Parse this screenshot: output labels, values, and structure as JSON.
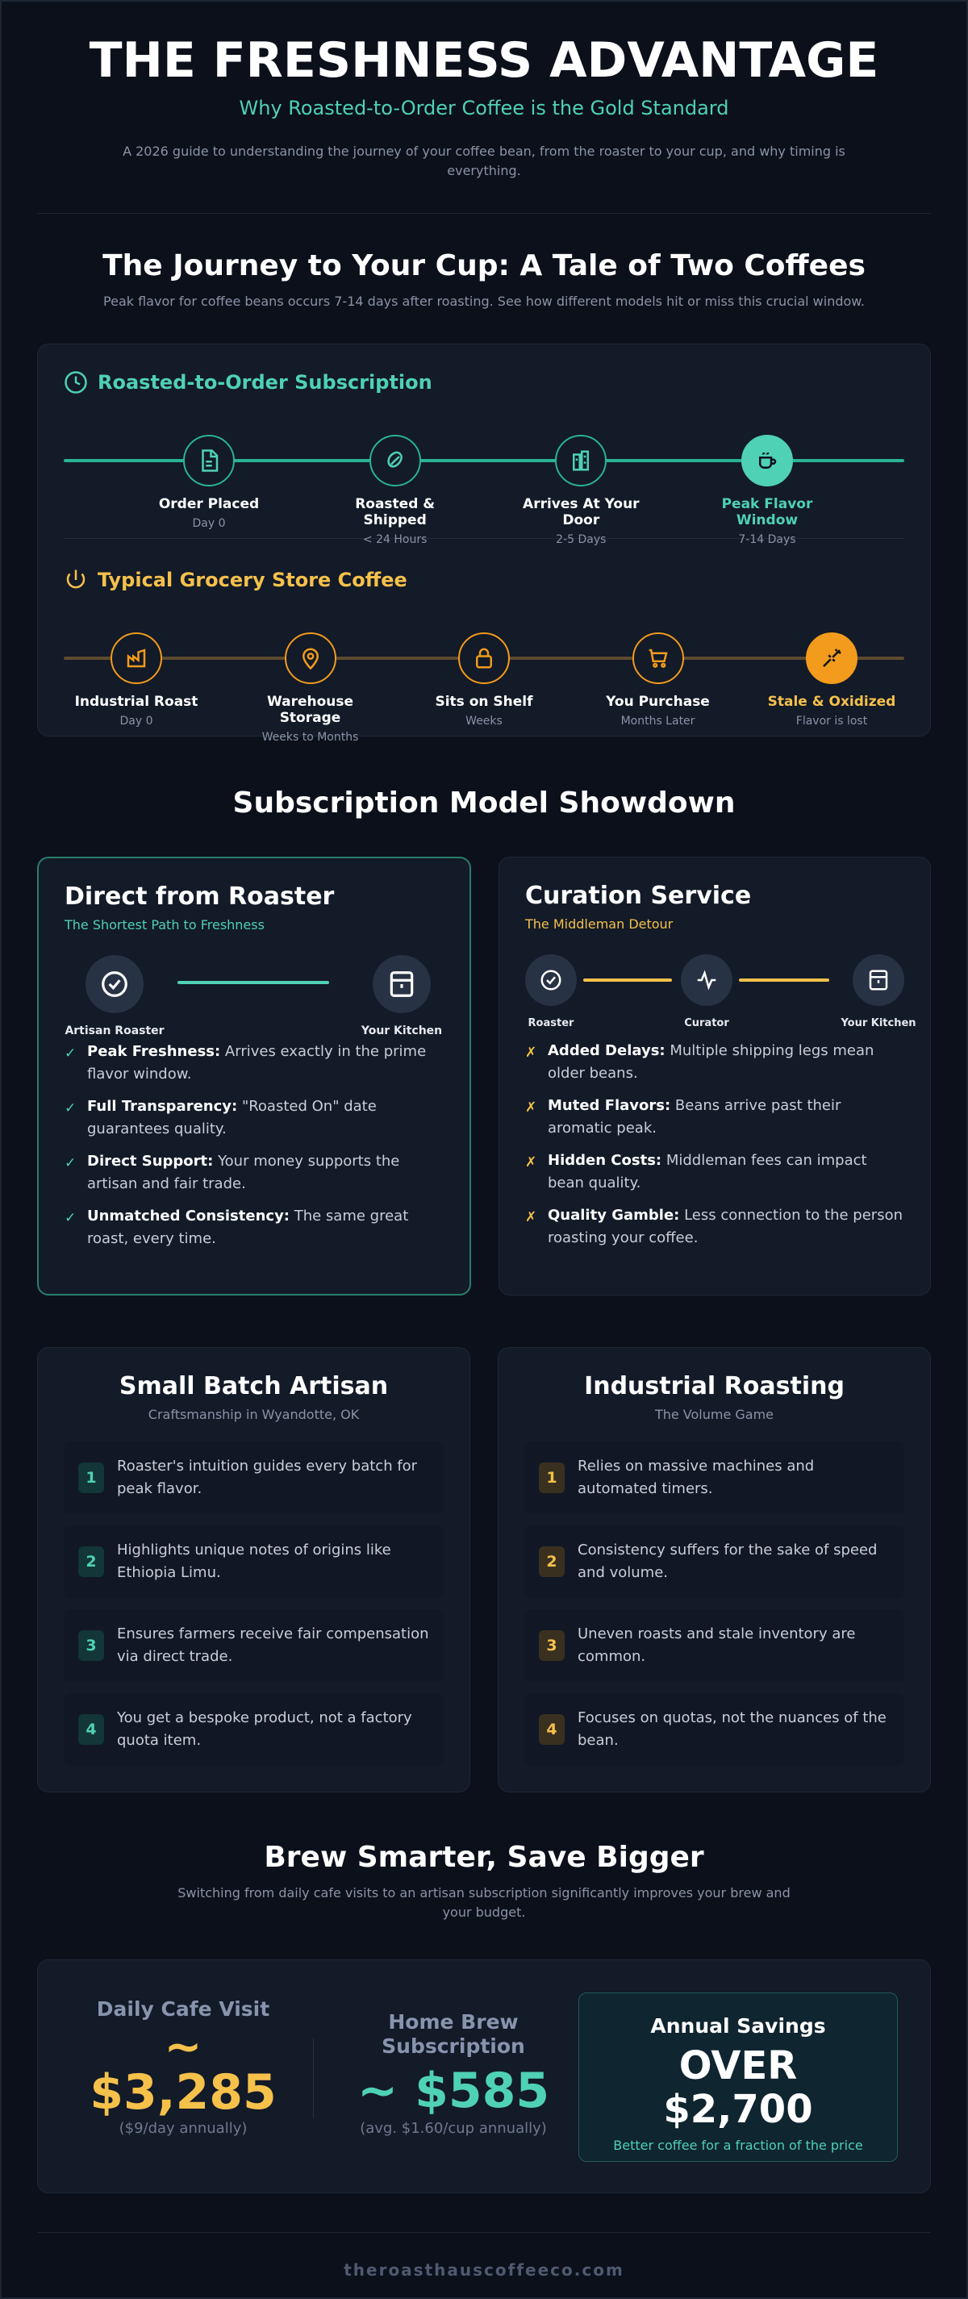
{
  "header": {
    "title": "THE FRESHNESS ADVANTAGE",
    "subtitle": "Why Roasted-to-Order Coffee is the Gold Standard",
    "description": "A 2026 guide to understanding the journey of your coffee bean, from the roaster to your cup, and why timing is everything."
  },
  "journey": {
    "title": "The Journey to Your Cup: A Tale of Two Coffees",
    "subtitle": "Peak flavor for coffee beans occurs 7-14 days after roasting. See how different models hit or miss this crucial window.",
    "roasted": {
      "heading": "Roasted-to-Order Subscription",
      "steps": [
        {
          "label": "Order Placed",
          "time": "Day 0"
        },
        {
          "label": "Roasted & Shipped",
          "time": "< 24 Hours"
        },
        {
          "label": "Arrives At Your Door",
          "time": "2-5 Days"
        },
        {
          "label": "Peak Flavor Window",
          "time": "7-14 Days"
        }
      ]
    },
    "grocery": {
      "heading": "Typical Grocery Store Coffee",
      "steps": [
        {
          "label": "Industrial Roast",
          "time": "Day 0"
        },
        {
          "label": "Warehouse Storage",
          "time": "Weeks to Months"
        },
        {
          "label": "Sits on Shelf",
          "time": "Weeks"
        },
        {
          "label": "You Purchase",
          "time": "Months Later"
        },
        {
          "label": "Stale & Oxidized",
          "time": "Flavor is lost"
        }
      ]
    }
  },
  "showdown": {
    "title": "Subscription Model Showdown",
    "direct": {
      "title": "Direct from Roaster",
      "tagline": "The Shortest Path to Freshness",
      "nodes": [
        "Artisan Roaster",
        "Your Kitchen"
      ],
      "points": [
        {
          "bold": "Peak Freshness:",
          "text": " Arrives exactly in the prime flavor window."
        },
        {
          "bold": "Full Transparency:",
          "text": " \"Roasted On\" date guarantees quality."
        },
        {
          "bold": "Direct Support:",
          "text": " Your money supports the artisan and fair trade."
        },
        {
          "bold": "Unmatched Consistency:",
          "text": " The same great roast, every time."
        }
      ]
    },
    "curation": {
      "title": "Curation Service",
      "tagline": "The Middleman Detour",
      "nodes": [
        "Roaster",
        "Curator",
        "Your Kitchen"
      ],
      "points": [
        {
          "bold": "Added Delays:",
          "text": " Multiple shipping legs mean older beans."
        },
        {
          "bold": "Muted Flavors:",
          "text": " Beans arrive past their aromatic peak."
        },
        {
          "bold": "Hidden Costs:",
          "text": " Middleman fees can impact bean quality."
        },
        {
          "bold": "Quality Gamble:",
          "text": " Less connection to the person roasting your coffee."
        }
      ]
    }
  },
  "compare": {
    "artisan": {
      "title": "Small Batch Artisan",
      "tagline": "Craftsmanship in Wyandotte, OK",
      "items": [
        {
          "n": "1",
          "text": "Roaster's intuition guides every batch for peak flavor."
        },
        {
          "n": "2",
          "text": "Highlights unique notes of origins like Ethiopia Limu."
        },
        {
          "n": "3",
          "text": "Ensures farmers receive fair compensation via direct trade."
        },
        {
          "n": "4",
          "text": "You get a bespoke product, not a factory quota item."
        }
      ]
    },
    "industrial": {
      "title": "Industrial Roasting",
      "tagline": "The Volume Game",
      "items": [
        {
          "n": "1",
          "text": "Relies on massive machines and automated timers."
        },
        {
          "n": "2",
          "text": "Consistency suffers for the sake of speed and volume."
        },
        {
          "n": "3",
          "text": "Uneven roasts and stale inventory are common."
        },
        {
          "n": "4",
          "text": "Focuses on quotas, not the nuances of the bean."
        }
      ]
    }
  },
  "brew": {
    "title": "Brew Smarter, Save Bigger",
    "subtitle": "Switching from daily cafe visits to an artisan subscription significantly improves your brew and your budget.",
    "cafe": {
      "heading": "Daily Cafe Visit",
      "tilde": "~",
      "amount": "$3,285",
      "note": "($9/day annually)"
    },
    "home": {
      "heading": "Home Brew Subscription",
      "amount": "~ $585",
      "note": "(avg. $1.60/cup annually)"
    },
    "savings": {
      "heading": "Annual Savings",
      "line1": "OVER",
      "line2": "$2,700",
      "note": "Better coffee for a fraction of the price"
    }
  },
  "footer": {
    "site": "theroasthauscoffeeco.com"
  },
  "colors": {
    "teal": "#4fd1b5",
    "amber": "#f5c14b",
    "orange": "#f29b1c",
    "bg": "#0b101b",
    "card": "#131a28"
  },
  "icons": {
    "roasted": [
      "document-icon",
      "coffee-bean-icon",
      "delivery-box-icon",
      "coffee-cup-icon"
    ],
    "grocery": [
      "factory-icon",
      "map-pin-icon",
      "lock-icon",
      "shopping-cart-icon",
      "broken-wand-icon"
    ]
  }
}
